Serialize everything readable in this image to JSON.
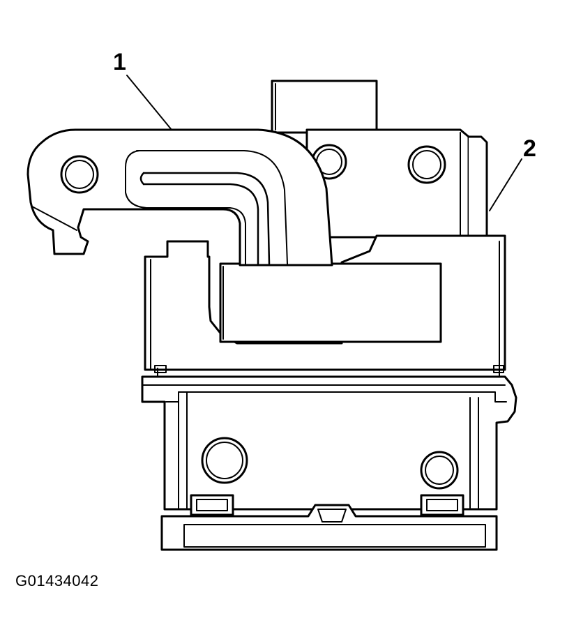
{
  "diagram": {
    "callouts": [
      {
        "label": "1"
      },
      {
        "label": "2"
      }
    ],
    "figure_id": "G01434042",
    "colors": {
      "stroke": "#000000",
      "fill": "#ffffff"
    }
  }
}
